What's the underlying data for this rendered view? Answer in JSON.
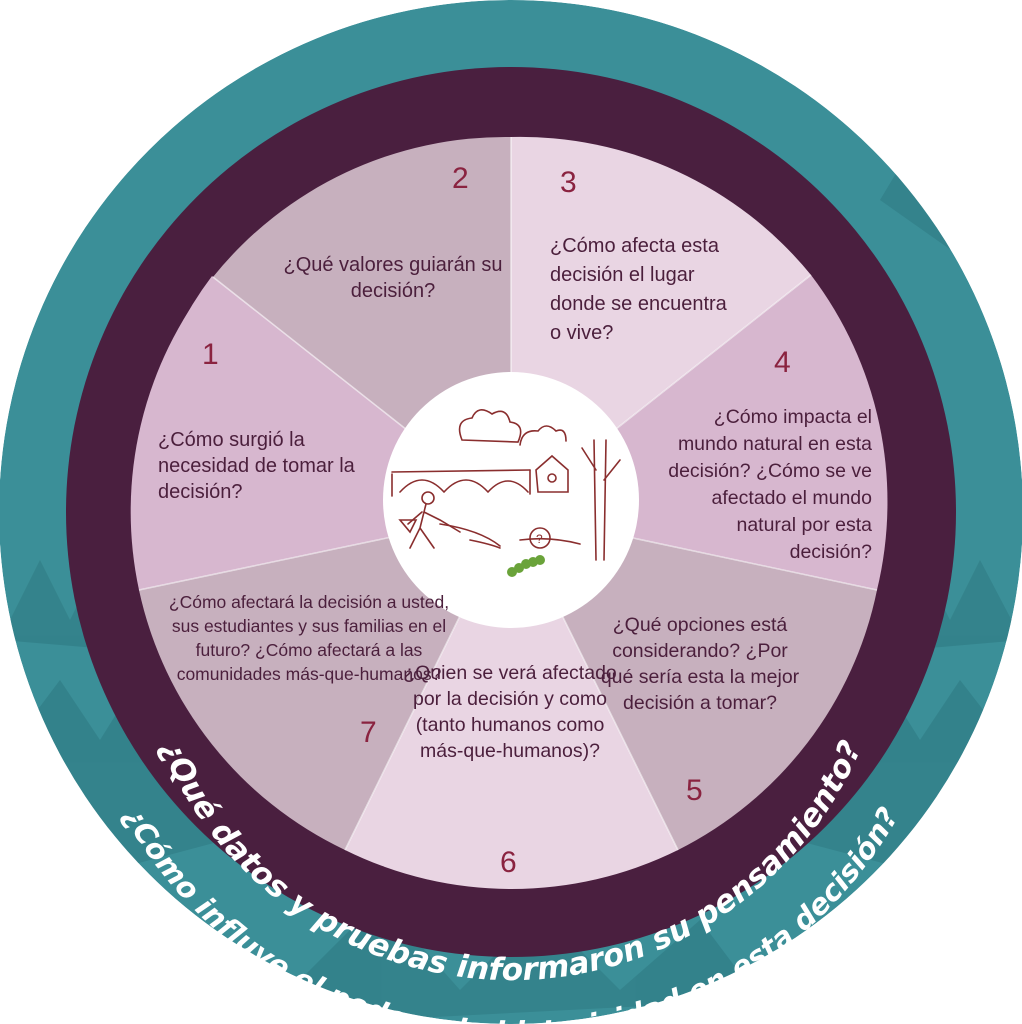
{
  "segments": [
    {
      "number": "1",
      "question": "¿Cómo surgió la necesidad de tomar la decisión?"
    },
    {
      "number": "2",
      "question": "¿Qué valores guiarán su decisión?"
    },
    {
      "number": "3",
      "question": "¿Cómo afecta esta decisión el lugar donde se encuentra o vive?"
    },
    {
      "number": "4",
      "question": "¿Cómo impacta el mundo natural en esta decisión? ¿Cómo se ve afectado el mundo natural por esta decisión?"
    },
    {
      "number": "5",
      "question": "¿Qué opciones está considerando? ¿Por qué sería esta la mejor decisión a tomar?"
    },
    {
      "number": "6",
      "question": "¿Quien se verá afectado por la decisión y como (tanto humanos como más-que-humanos)?"
    },
    {
      "number": "7",
      "question": "¿Cómo afectará la decisión a usted, sus estudiantes y sus familias en el futuro? ¿Cómo afectará a las comunidades más-que-humanos?"
    }
  ],
  "inner_ring_question": "¿Qué datos y pruebas informaron su pensamiento?",
  "outer_ring_question": "¿Cómo influye el poder y la historicidad en esta decisión?",
  "colors": {
    "outer_ring": "#3b8f98",
    "inner_ring": "#4a1f3f",
    "segment_dark": "#c7b0be",
    "segment_mid": "#d7b7cf",
    "segment_light": "#e9d5e3",
    "text": "#4b1f3c",
    "number": "#8a2340"
  },
  "center_illustration": "hand-drawn sketch of a person shoveling near a bridge, a birdhouse on a tree, and a caterpillar with a question mark"
}
